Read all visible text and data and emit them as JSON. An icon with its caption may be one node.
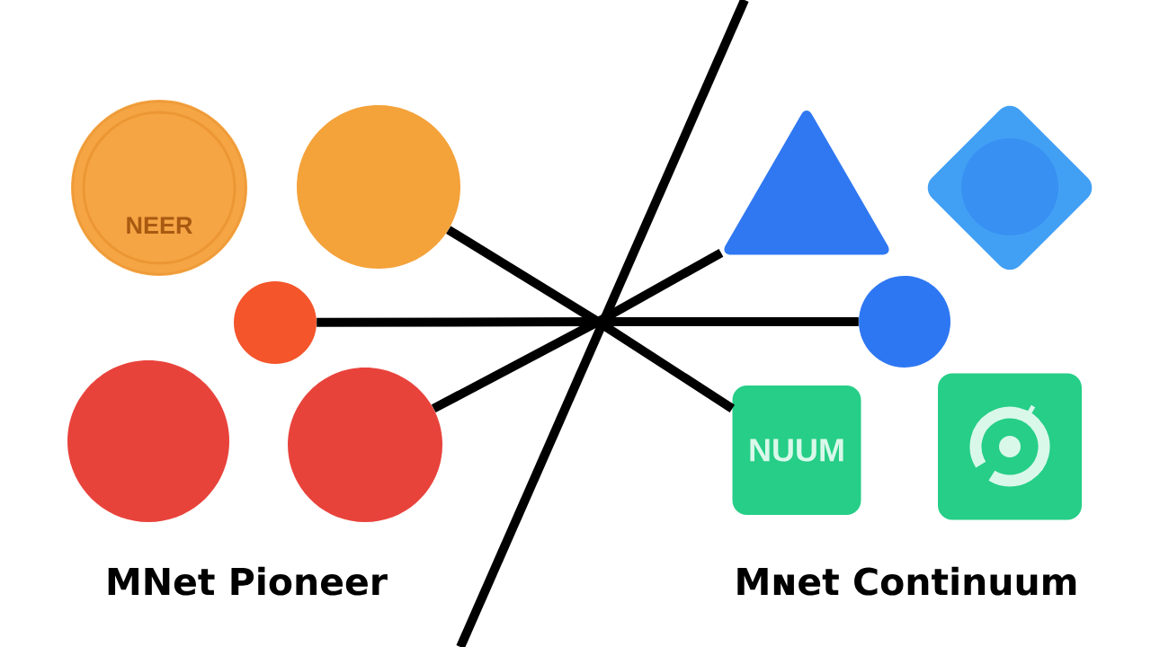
{
  "diagram": {
    "nodes": [
      {
        "text": [
          "NEER"
        ]
      },
      {
        "text": [],
        "shape": "circle"
      },
      {
        "text": [],
        "shape": "circle"
      },
      {
        "text": [],
        "shape": "circle"
      },
      {
        "text": [],
        "shape": "circle"
      },
      {
        "text": [],
        "shape": "triangle"
      },
      {
        "text": [],
        "shape": "diamond"
      },
      {
        "text": [],
        "shape": "circle"
      },
      {
        "text": [
          "NUUM"
        ]
      },
      {
        "text": [],
        "shape": "box"
      }
    ],
    "edges": [
      {
        "from": 1,
        "to": 8,
        "arrow": "none"
      },
      {
        "from": 2,
        "to": 7,
        "arrow": "none"
      },
      {
        "from": 4,
        "to": 5,
        "arrow": "none"
      }
    ],
    "labels": [
      "MNet Pioneer",
      "Mɴet Continuum"
    ]
  }
}
